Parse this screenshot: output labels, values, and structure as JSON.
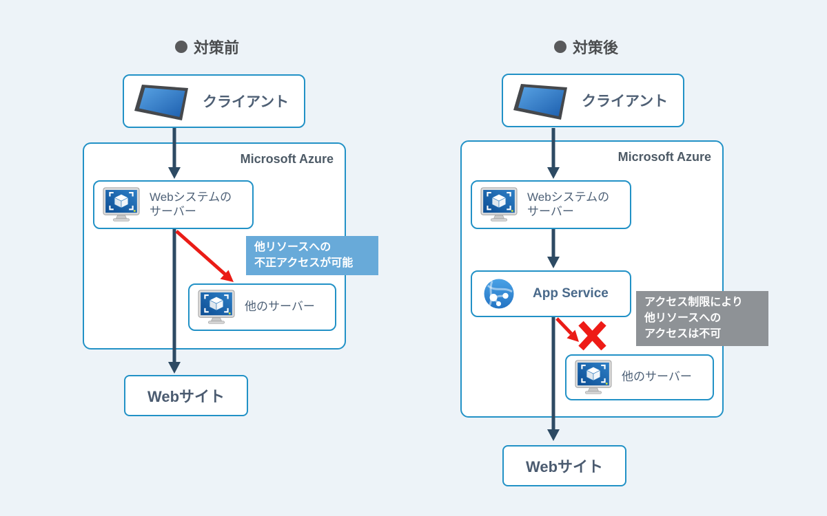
{
  "colors": {
    "page_bg": "#edf3f8",
    "box_border": "#2191c6",
    "arrow_dark": "#2d4a63",
    "arrow_red": "#ea1c16",
    "callout_blue_bg": "#68aad9",
    "callout_gray_bg": "#8e9296",
    "title_text": "#4b4d4f",
    "label_text": "#4e6177",
    "app_service_text": "#49698a"
  },
  "before": {
    "title": "対策前",
    "client_label": "クライアント",
    "azure_label": "Microsoft Azure",
    "web_server_label": "Webシステムの\nサーバー",
    "other_server_label": "他のサーバー",
    "callout_text": "他リソースへの\n不正アクセスが可能",
    "website_label": "Webサイト"
  },
  "after": {
    "title": "対策後",
    "client_label": "クライアント",
    "azure_label": "Microsoft Azure",
    "web_server_label": "Webシステムの\nサーバー",
    "app_service_label": "App Service",
    "other_server_label": "他のサーバー",
    "callout_text": "アクセス制限により\n他リソースへの\nアクセスは不可",
    "website_label": "Webサイト"
  },
  "icons": {
    "client": "tablet-icon",
    "server": "vm-monitor-icon",
    "app_service": "app-service-globe-icon",
    "blocked": "red-x-icon"
  }
}
